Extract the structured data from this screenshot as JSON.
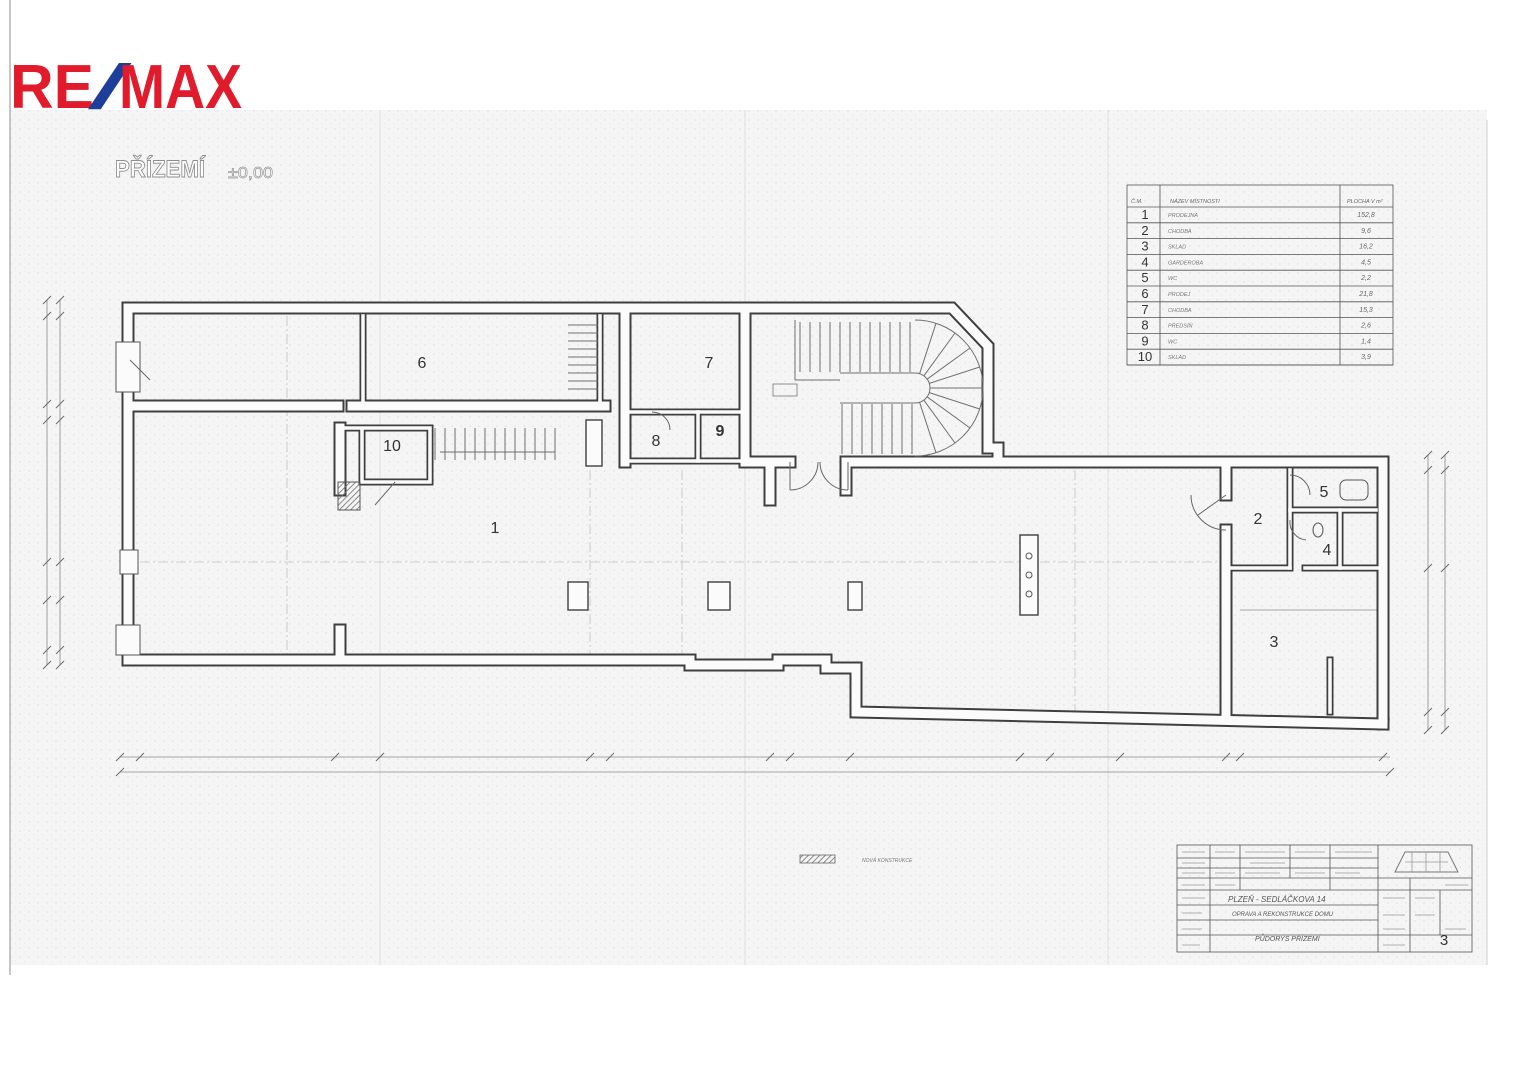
{
  "logo": {
    "re": "RE",
    "slash": "/",
    "max": "MAX"
  },
  "colors": {
    "logo_red": "#e11b2b",
    "logo_blue": "#1d3f9a",
    "ink": "#3f3f3f",
    "scan_bg": "#f5f5f5"
  },
  "plan": {
    "title": "PŘÍZEMÍ",
    "level": "±0,00"
  },
  "rooms": [
    "1",
    "2",
    "3",
    "4",
    "5",
    "6",
    "7",
    "8",
    "9",
    "10"
  ],
  "room_schedule": {
    "headers": [
      "Č.M.",
      "NÁZEV MÍSTNOSTI",
      "PLOCHA V m²"
    ],
    "rows": [
      {
        "no": "1",
        "name": "PRODEJNA",
        "area": "152,8"
      },
      {
        "no": "2",
        "name": "CHODBA",
        "area": "9,6"
      },
      {
        "no": "3",
        "name": "SKLAD",
        "area": "16,2"
      },
      {
        "no": "4",
        "name": "GARDEROBA",
        "area": "4,5"
      },
      {
        "no": "5",
        "name": "WC",
        "area": "2,2"
      },
      {
        "no": "6",
        "name": "PRODEJ",
        "area": "21,8"
      },
      {
        "no": "7",
        "name": "CHODBA",
        "area": "15,3"
      },
      {
        "no": "8",
        "name": "PŘEDSÍŇ",
        "area": "2,6"
      },
      {
        "no": "9",
        "name": "WC",
        "area": "1,4"
      },
      {
        "no": "10",
        "name": "SKLAD",
        "area": "3,9"
      }
    ]
  },
  "key": {
    "label": "NOVÁ KONSTRUKCE"
  },
  "title_block": {
    "site": "PLZEŇ - SEDLÁČKOVA 14",
    "project": "OPRAVA A REKONSTRUKCE DOMU",
    "drawing": "PŮDORYS PŘÍZEMÍ",
    "sheet": "3"
  }
}
